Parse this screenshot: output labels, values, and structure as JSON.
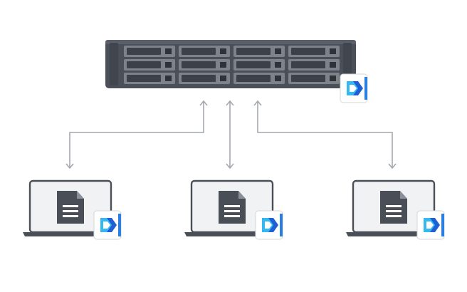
{
  "diagram": {
    "server": {
      "kind": "rackmount-nas",
      "drive_bays": {
        "rows": 3,
        "columns": 4
      },
      "app_badge": "drive-app-icon"
    },
    "clients": [
      {
        "kind": "laptop",
        "screen_icon": "document-icon",
        "app_badge": "drive-app-icon"
      },
      {
        "kind": "laptop",
        "screen_icon": "document-icon",
        "app_badge": "drive-app-icon"
      },
      {
        "kind": "laptop",
        "screen_icon": "document-icon",
        "app_badge": "drive-app-icon"
      }
    ],
    "connections": [
      {
        "from": "server",
        "to": "client-1",
        "direction": "bidirectional"
      },
      {
        "from": "server",
        "to": "client-2",
        "direction": "bidirectional"
      },
      {
        "from": "server",
        "to": "client-3",
        "direction": "bidirectional"
      }
    ],
    "colors": {
      "server_body": "#4b4f58",
      "server_bay_face": "#7d828b",
      "laptop_outline": "#4a4f57",
      "screen_fill": "#f1f2f4",
      "document_fill": "#4a4f57",
      "connector": "#a4a8ae",
      "badge_light_blue": "#35b8f0",
      "badge_dark_blue": "#1e5fd6"
    }
  }
}
